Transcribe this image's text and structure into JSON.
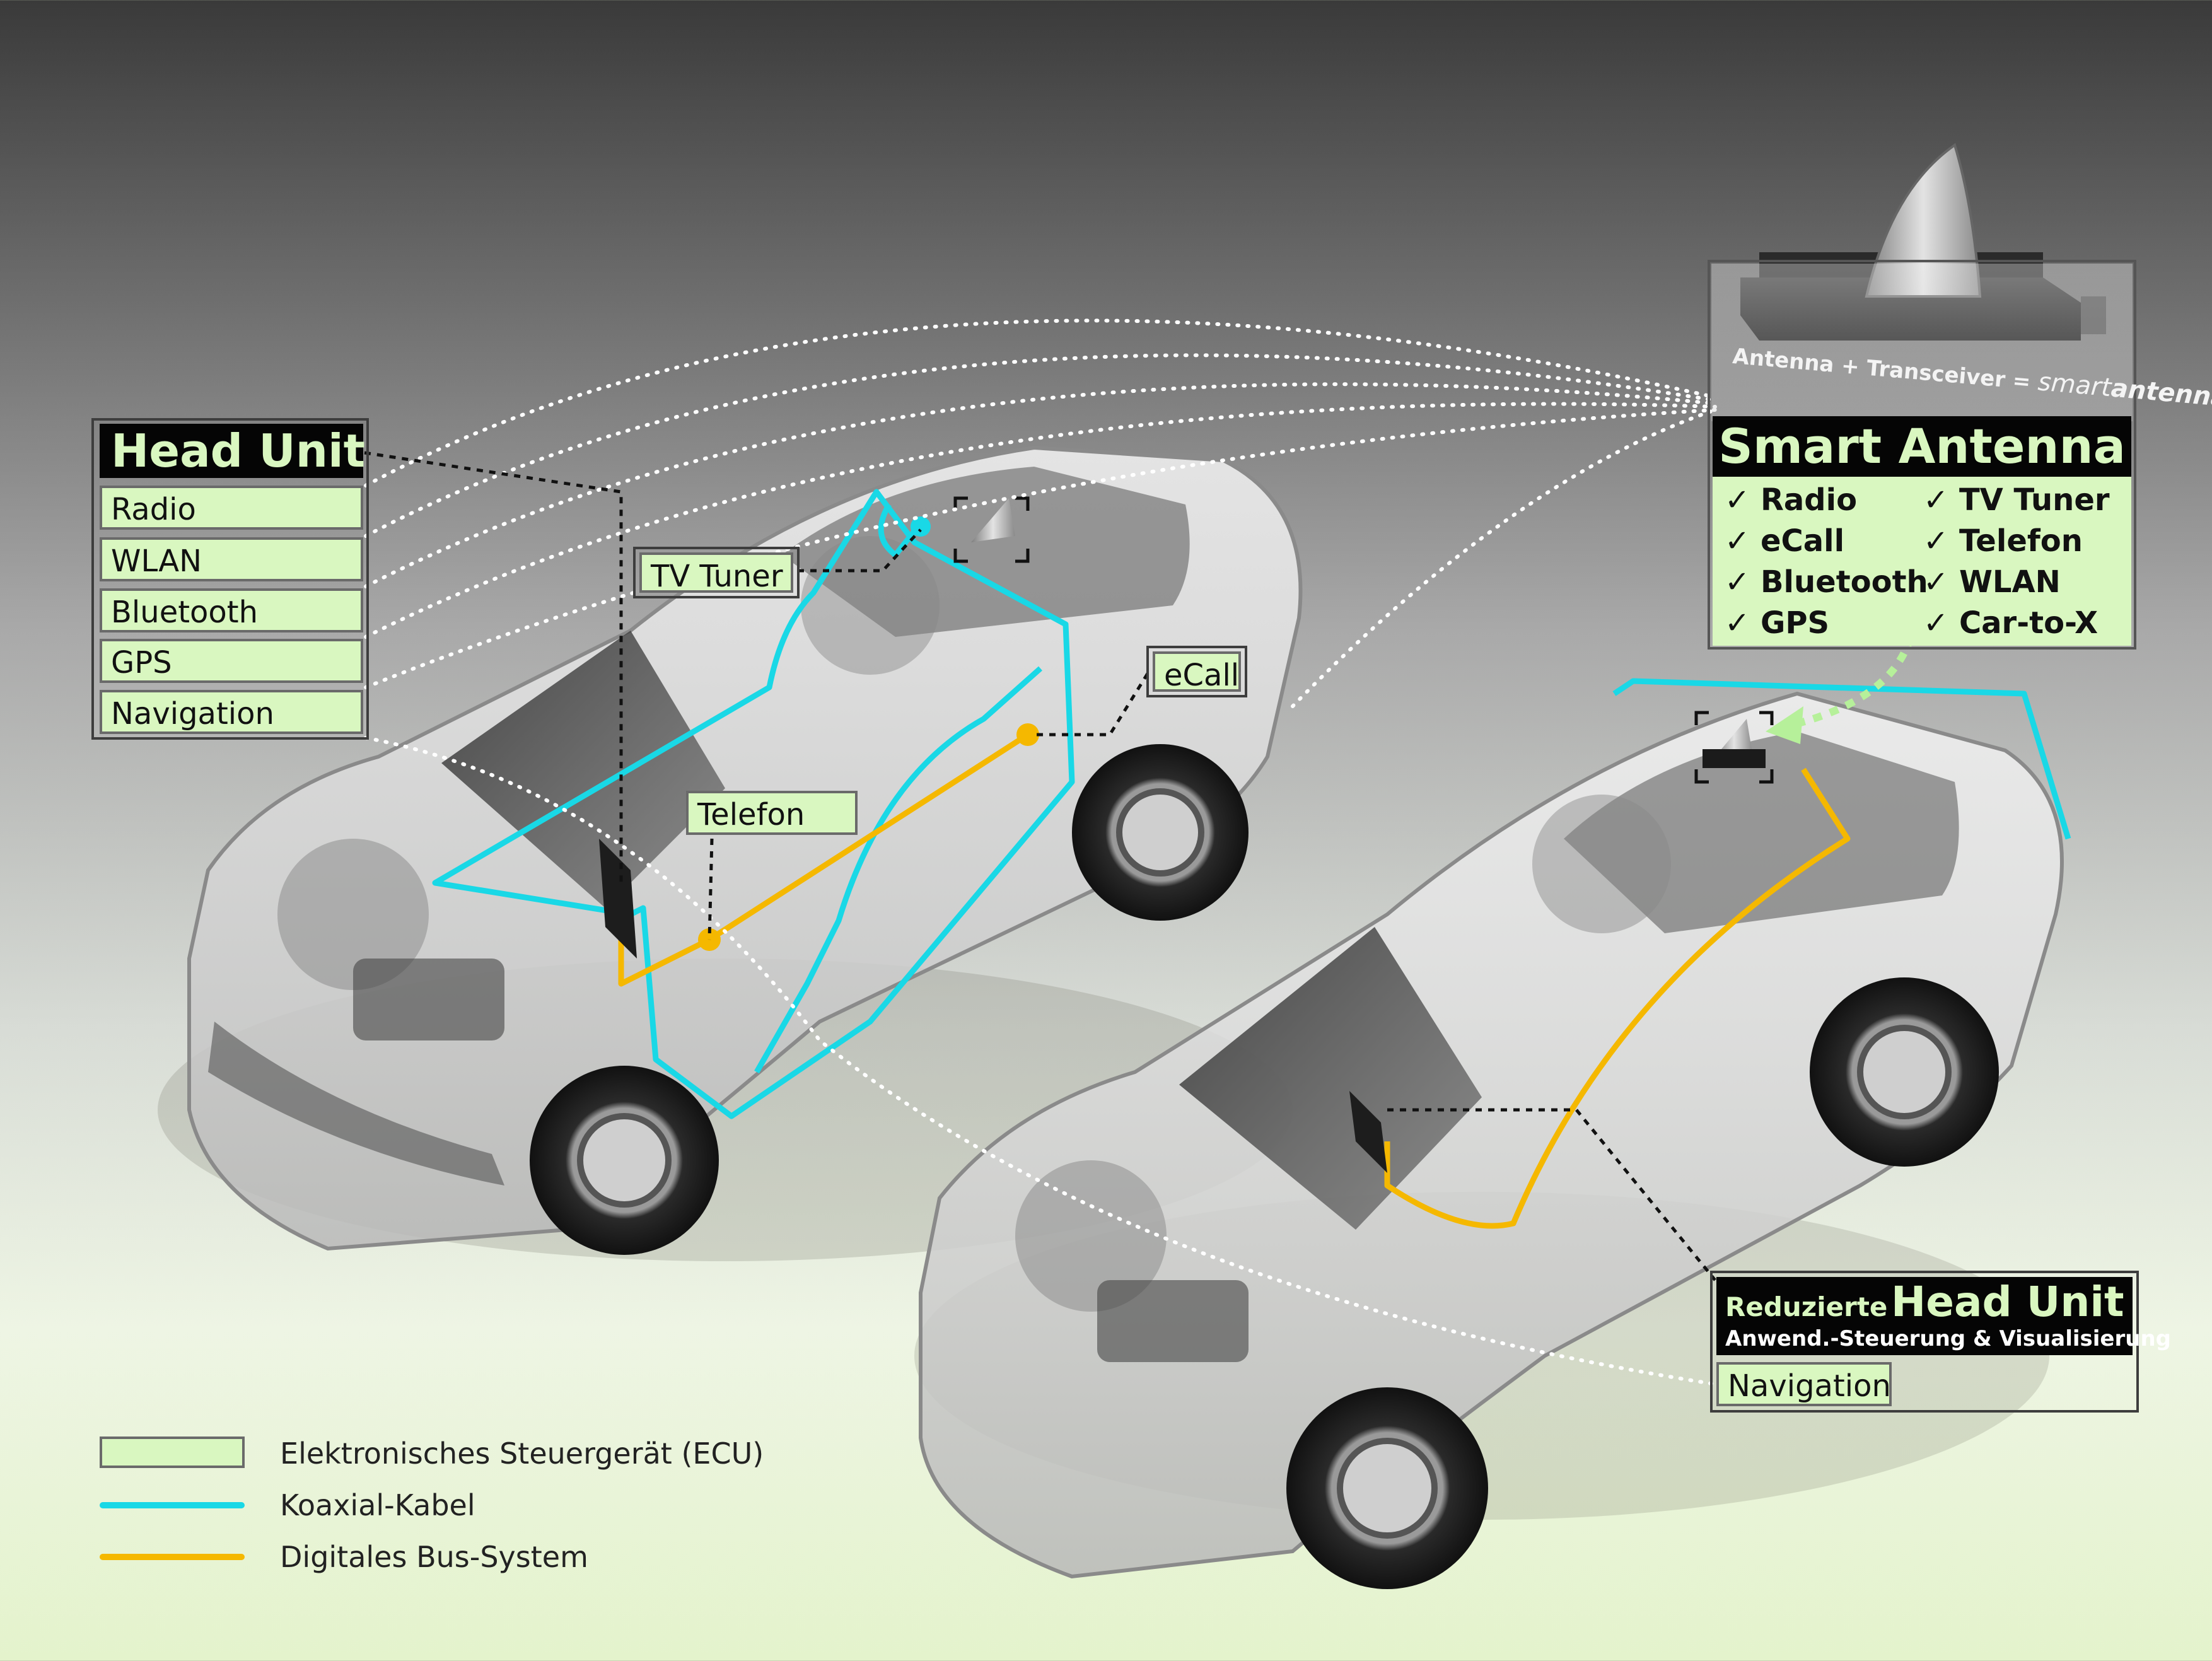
{
  "head_unit": {
    "title": "Head Unit",
    "items": [
      "Radio",
      "WLAN",
      "Bluetooth",
      "GPS",
      "Navigation"
    ]
  },
  "car_labels": {
    "tv_tuner": "TV Tuner",
    "ecall": "eCall",
    "telefon": "Telefon"
  },
  "smart_antenna": {
    "caption": "Antenna + Transceiver = smartantenna",
    "caption_prefix": "Antenna + Transceiver = ",
    "caption_brand_light": "smart",
    "caption_brand_bold": "antenna",
    "title": "Smart Antenna",
    "check": "✓",
    "features_left": [
      "Radio",
      "eCall",
      "Bluetooth",
      "GPS"
    ],
    "features_right": [
      "TV Tuner",
      "Telefon",
      "WLAN",
      "Car-to-X"
    ]
  },
  "reduced_head_unit": {
    "title_prefix": "Reduzierte",
    "title_main": "Head Unit",
    "subtitle": "Anwend.-Steuerung & Visualisierung",
    "items": [
      "Navigation"
    ]
  },
  "legend": {
    "items": [
      {
        "symbol": "box",
        "label": "Elektronisches Steuergerät (ECU)"
      },
      {
        "symbol": "line",
        "color": "#19d8e6",
        "label": "Koaxial-Kabel"
      },
      {
        "symbol": "line",
        "color": "#f5b800",
        "label": "Digitales Bus-System"
      }
    ]
  },
  "colors": {
    "ecu_fill": "#d9f7c0",
    "coax_cable": "#19d8e6",
    "digital_bus": "#f5b800",
    "title_bar": "#050505"
  }
}
